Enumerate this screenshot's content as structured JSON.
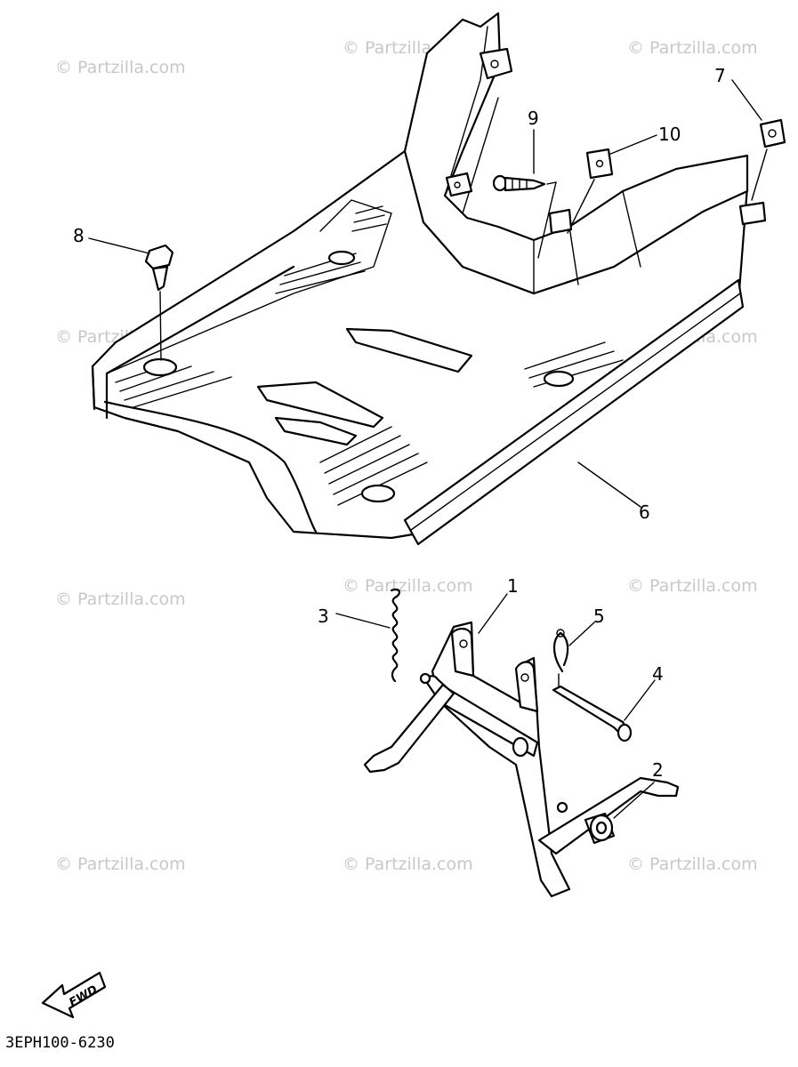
{
  "diagram": {
    "watermark_text": "© Partzilla.com",
    "diagram_code": "3EPH100-6230",
    "fwd_label": "FWD",
    "callouts": [
      {
        "id": "1",
        "label": "1"
      },
      {
        "id": "2",
        "label": "2"
      },
      {
        "id": "3",
        "label": "3"
      },
      {
        "id": "4",
        "label": "4"
      },
      {
        "id": "5",
        "label": "5"
      },
      {
        "id": "6",
        "label": "6"
      },
      {
        "id": "7",
        "label": "7"
      },
      {
        "id": "8",
        "label": "8"
      },
      {
        "id": "9",
        "label": "9"
      },
      {
        "id": "10",
        "label": "10"
      }
    ]
  }
}
